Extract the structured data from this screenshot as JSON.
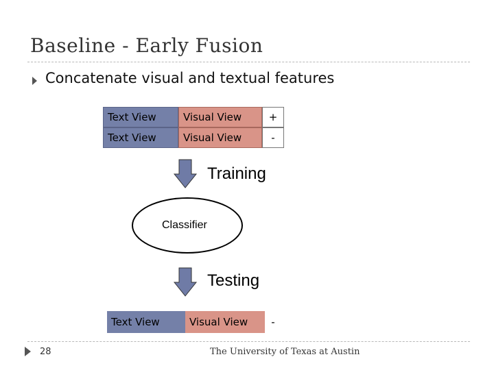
{
  "slide": {
    "title": "Baseline - Early Fusion",
    "bullet": "Concatenate visual and textual features"
  },
  "training_rows": [
    {
      "text_view": "Text View",
      "visual_view": "Visual View",
      "label": "+"
    },
    {
      "text_view": "Text View",
      "visual_view": "Visual View",
      "label": "-"
    }
  ],
  "steps": {
    "training": "Training",
    "classifier": "Classifier",
    "testing": "Testing"
  },
  "test_row": {
    "text_view": "Text View",
    "visual_view": "Visual View",
    "label": "-"
  },
  "footer": {
    "page_number": "28",
    "institution": "The University of Texas at Austin"
  },
  "colors": {
    "text_view": "#7480a8",
    "visual_view": "#d99488",
    "arrow_fill": "#6f7ba6"
  }
}
